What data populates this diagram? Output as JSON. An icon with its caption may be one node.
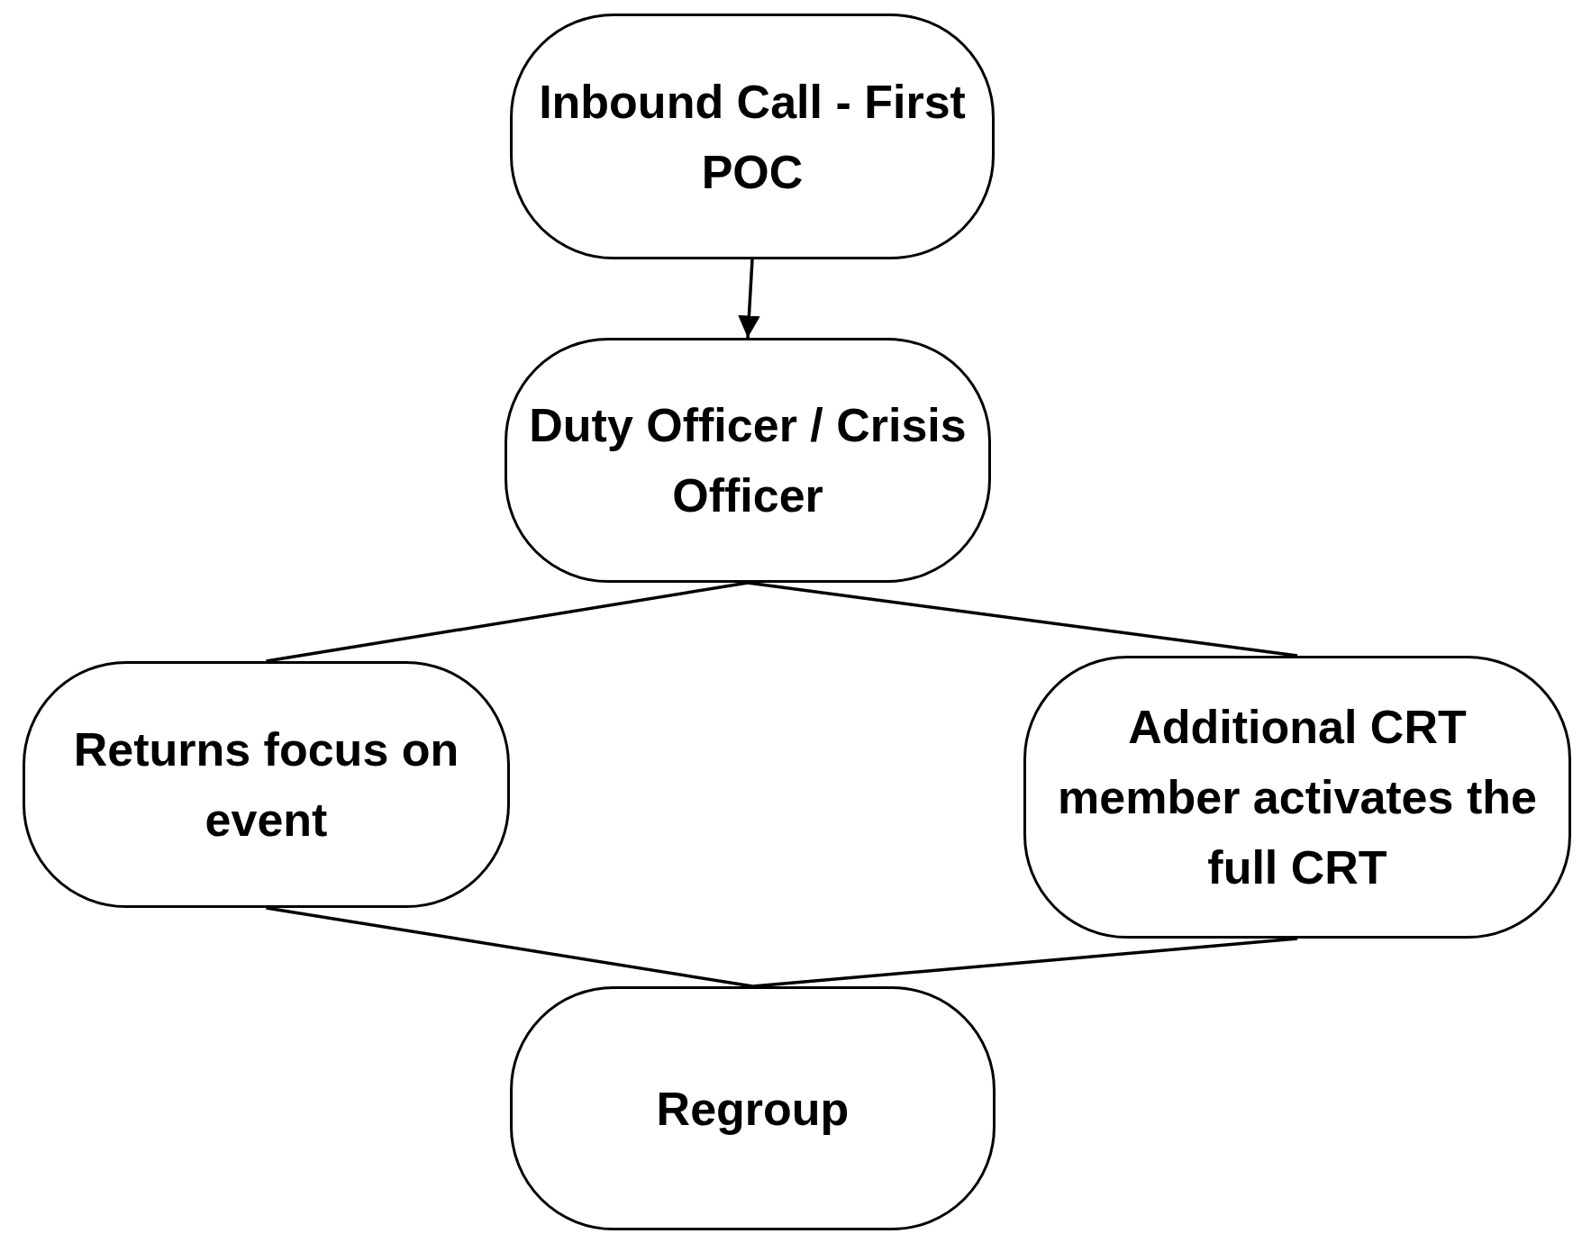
{
  "diagram": {
    "nodes": [
      {
        "text": [
          "Inbound Call - First POC"
        ]
      },
      {
        "text": [
          "Duty Officer / Crisis Officer"
        ]
      },
      {
        "text": [
          "Returns focus on event"
        ]
      },
      {
        "text": [
          "Additional CRT member activates the full CRT"
        ]
      },
      {
        "text": [
          "Regroup"
        ]
      }
    ],
    "edges": [
      {
        "from": 0,
        "to": 1,
        "arrow": "to"
      },
      {
        "from": 1,
        "to": 2,
        "arrow": "none"
      },
      {
        "from": 1,
        "to": 3,
        "arrow": "none"
      },
      {
        "from": 2,
        "to": 4,
        "arrow": "none"
      },
      {
        "from": 3,
        "to": 4,
        "arrow": "none"
      }
    ]
  }
}
